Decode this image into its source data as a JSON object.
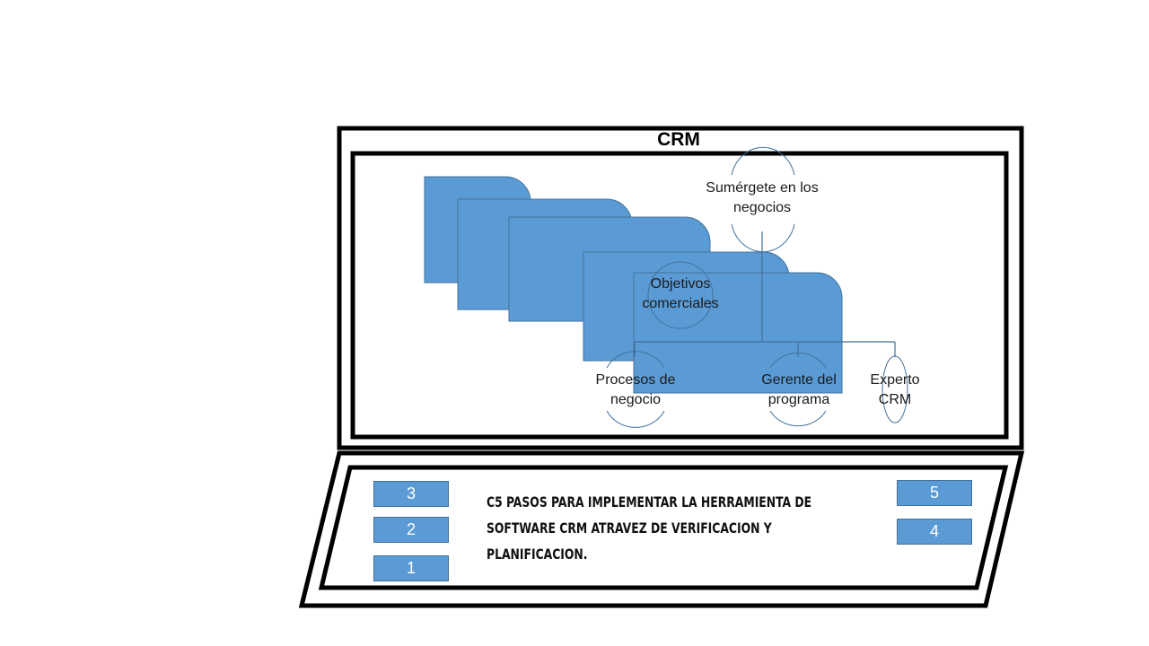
{
  "diagram": {
    "title": "CRM",
    "nodes": {
      "top": "Sumérgete en los\nnegocios",
      "objectives": "Objetivos\ncomerciales",
      "processes": "Procesos de\nnegocio",
      "manager": "Gerente del\nprograma",
      "expert": "Experto\nCRM"
    }
  },
  "steps": {
    "labels": [
      "3",
      "2",
      "1",
      "5",
      "4"
    ],
    "description": "C5 PASOS PARA IMPLEMENTAR  LA HERRAMIENTA  DE SOFTWARE  CRM ATRAVEZ DE VERIFICACION  Y PLANIFICACION."
  },
  "colors": {
    "shape_fill": "#5b9bd5",
    "shape_stroke": "#41719c",
    "frame": "#000000"
  }
}
